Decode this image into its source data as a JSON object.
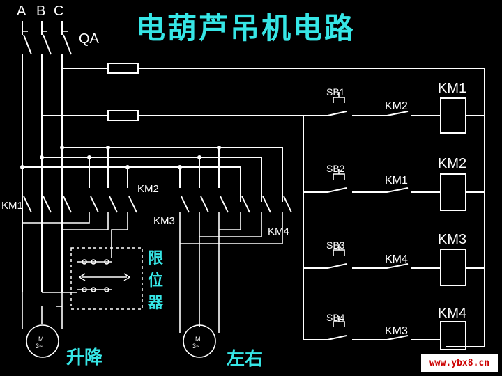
{
  "title": "电葫芦吊机电路",
  "phases": [
    "A",
    "B",
    "C"
  ],
  "breaker": "QA",
  "contactors": {
    "km1": "KM1",
    "km2": "KM2",
    "km3": "KM3",
    "km4": "KM4"
  },
  "limit_switch": [
    "限",
    "位",
    "器"
  ],
  "motors": {
    "symbol_top": "M",
    "symbol_bottom": "3~",
    "hoist_label": "升降",
    "travel_label": "左右"
  },
  "control_rungs": [
    {
      "button": "SB1",
      "interlock": "KM2",
      "coil": "KM1"
    },
    {
      "button": "SB2",
      "interlock": "KM1",
      "coil": "KM2"
    },
    {
      "button": "SB3",
      "interlock": "KM4",
      "coil": "KM3"
    },
    {
      "button": "SB4",
      "interlock": "KM3",
      "coil": "KM4"
    }
  ],
  "watermark": "www.ybx8.cn"
}
